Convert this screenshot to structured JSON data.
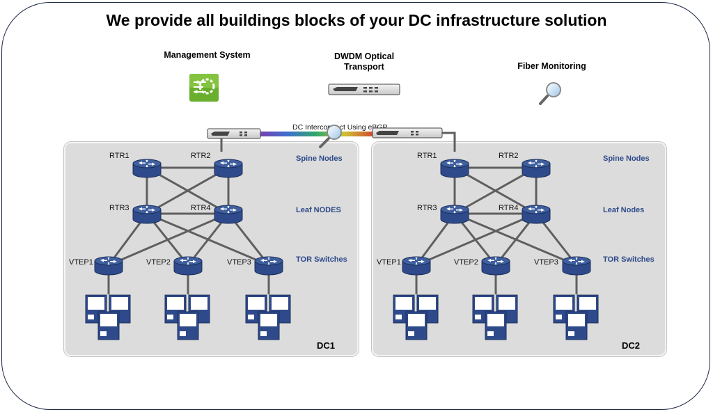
{
  "title": "We provide all buildings blocks of your DC infrastructure solution",
  "top_items": {
    "management": "Management System",
    "dwdm": "DWDM Optical Transport",
    "fiber": "Fiber Monitoring"
  },
  "interconnect_label": "DC Interconnect Using eBGP",
  "tiers": {
    "dc1": [
      "Spine Nodes",
      "Leaf NODES",
      "TOR Switches"
    ],
    "dc2": [
      "Spine Nodes",
      "Leaf Nodes",
      "TOR Switches"
    ]
  },
  "nodes": {
    "spine": [
      "RTR1",
      "RTR2"
    ],
    "leaf": [
      "RTR3",
      "RTR4"
    ],
    "tor": [
      "VTEP1",
      "VTEP2",
      "VTEP3"
    ]
  },
  "datacenters": [
    "DC1",
    "DC2"
  ],
  "colors": {
    "router": "#2e4a8a",
    "router_top": "#3f5f9e",
    "link": "#5f5f5f",
    "tier_text": "#2e4a8a",
    "dc_bg": "#dcdcdc",
    "management_icon": "#6aae2e"
  },
  "icons": [
    "management-gear-icon",
    "dwdm-chassis-icon",
    "magnifier-icon",
    "router-icon",
    "server-icon"
  ]
}
